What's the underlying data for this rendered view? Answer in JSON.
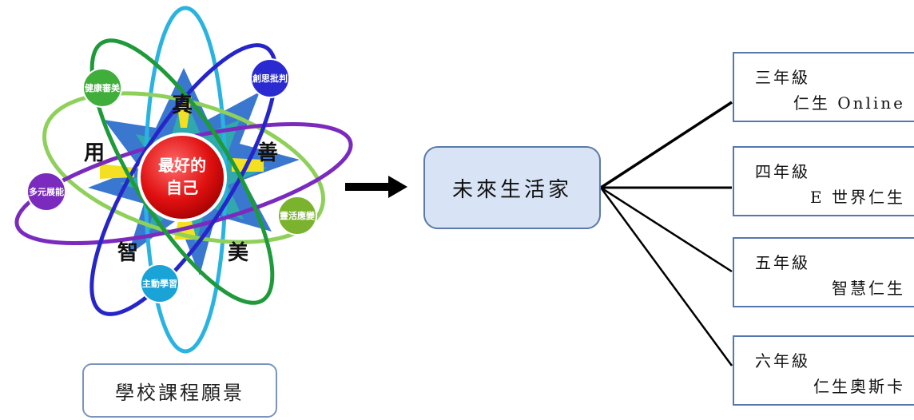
{
  "diagram": {
    "vision_label": "學校課程願景",
    "center_label": "未來生活家",
    "atom": {
      "core_text": [
        "最好的",
        "自己"
      ],
      "values": {
        "zhen": "真",
        "shan": "善",
        "mei": "美",
        "zhi": "智",
        "yong": "用"
      },
      "orbs": [
        {
          "label": "健康審美",
          "color": "#3fae3a"
        },
        {
          "label": "創思批判",
          "color": "#2a2ad0"
        },
        {
          "label": "多元展能",
          "color": "#7a2bbd"
        },
        {
          "label": "靈活應變",
          "color": "#7bb32e"
        },
        {
          "label": "主動學習",
          "color": "#1aa3d6"
        }
      ]
    },
    "grades": [
      {
        "title": "三年級",
        "subtitle": "仁生 Online"
      },
      {
        "title": "四年級",
        "subtitle": "E 世界仁生"
      },
      {
        "title": "五年級",
        "subtitle": "智慧仁生"
      },
      {
        "title": "六年級",
        "subtitle": "仁生奧斯卡"
      }
    ]
  }
}
